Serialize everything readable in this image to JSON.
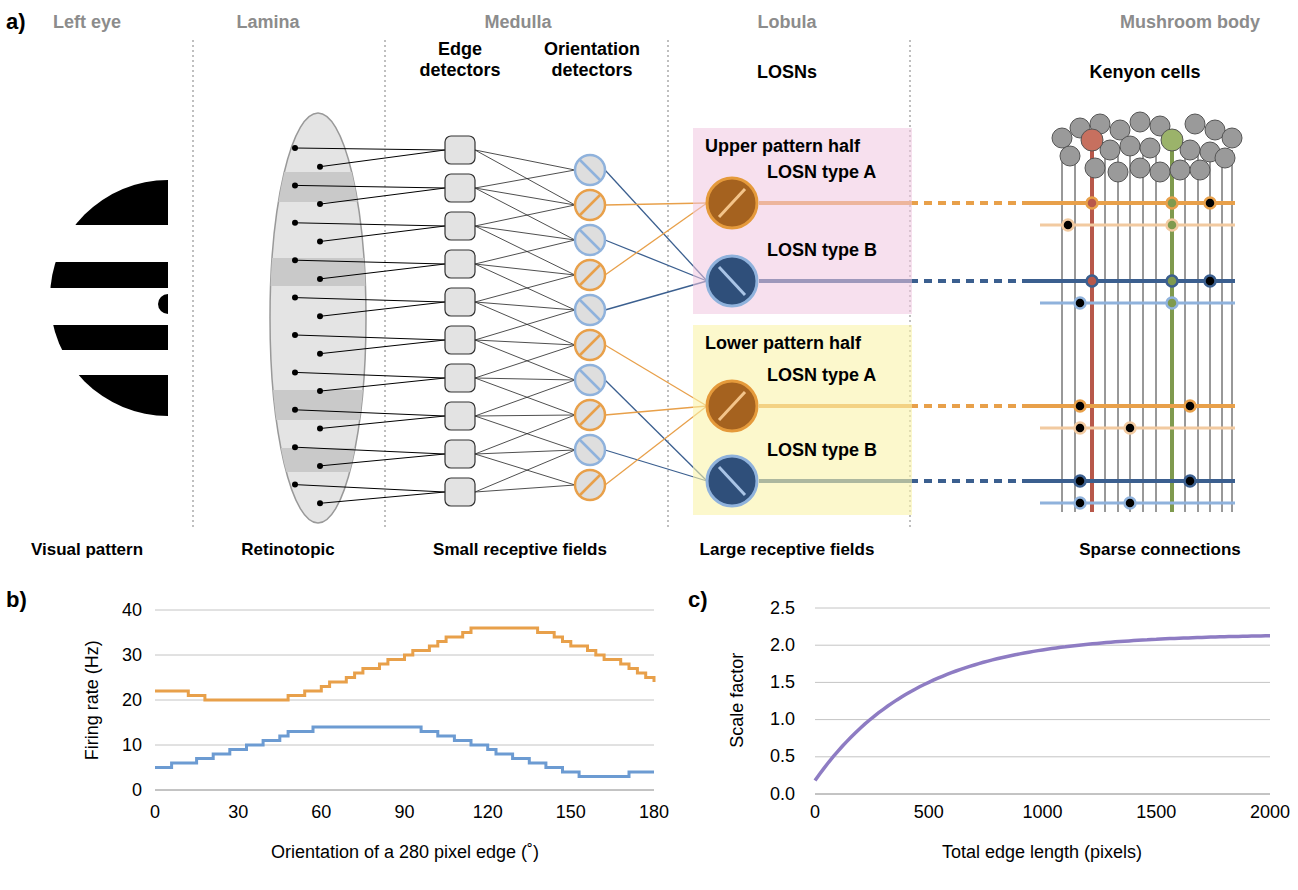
{
  "diagram": {
    "nodes": [
      {
        "text": [
          "Upper pattern half"
        ]
      },
      {
        "text": [
          "LOSN type A"
        ],
        "in": 0
      },
      {
        "text": [
          "LOSN type B"
        ],
        "in": 0
      },
      {
        "text": [
          "Lower pattern half"
        ]
      },
      {
        "text": [
          "LOSN type A"
        ],
        "in": 3
      },
      {
        "text": [
          "LOSN type B"
        ],
        "in": 3
      }
    ],
    "labels": [
      "a)",
      "Left eye",
      "Lamina",
      "Medulla",
      "Lobula",
      "Mushroom body",
      "Edge detectors",
      "Orientation detectors",
      "LOSNs",
      "Kenyon cells",
      "Visual pattern",
      "Retinotopic",
      "Small receptive fields",
      "Large receptive fields",
      "Sparse connections",
      "b)",
      "40",
      "30",
      "20",
      "10",
      "0",
      "Firing rate (Hz)",
      "0",
      "30",
      "60",
      "90",
      "120",
      "150",
      "180",
      "Orientation of a 280 pixel edge (˚)",
      "c)",
      "2.5",
      "2.0",
      "1.5",
      "1.0",
      "0.5",
      "0.0",
      "Scale factor",
      "0",
      "500",
      "1000",
      "1500",
      "2000",
      "Total edge length (pixels)"
    ]
  }
}
